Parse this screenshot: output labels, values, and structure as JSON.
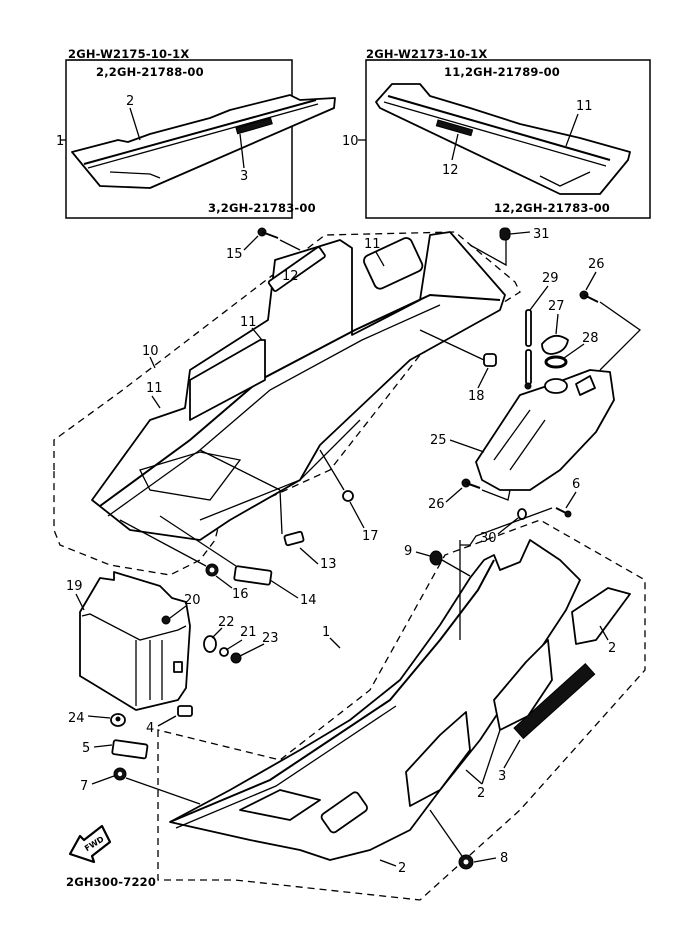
{
  "diagram": {
    "drawing_number": "2GH300-7220",
    "fwd_arrow_label": "FWD",
    "inset_left": {
      "assembly_code": "2GH-W2175-10-1X",
      "part_line_top": "2,2GH-21788-00",
      "part_line_bottom": "3,2GH-21783-00",
      "group_ref": "1",
      "callouts": [
        "2",
        "3"
      ]
    },
    "inset_right": {
      "assembly_code": "2GH-W2173-10-1X",
      "part_line_top": "11,2GH-21789-00",
      "part_line_bottom": "12,2GH-21783-00",
      "group_ref": "10",
      "callouts": [
        "11",
        "12"
      ]
    },
    "callouts": {
      "c1": "1",
      "c2a": "2",
      "c2b": "2",
      "c2c": "2",
      "c3": "3",
      "c4": "4",
      "c5": "5",
      "c6": "6",
      "c7": "7",
      "c8": "8",
      "c9": "9",
      "c10": "10",
      "c11a": "11",
      "c11b": "11",
      "c11c": "11",
      "c12": "12",
      "c13": "13",
      "c14": "14",
      "c15": "15",
      "c16": "16",
      "c17": "17",
      "c18": "18",
      "c19": "19",
      "c20": "20",
      "c21": "21",
      "c22": "22",
      "c23": "23",
      "c24": "24",
      "c25": "25",
      "c26a": "26",
      "c26b": "26",
      "c27": "27",
      "c28": "28",
      "c29": "29",
      "c30": "30",
      "c31": "31"
    }
  }
}
